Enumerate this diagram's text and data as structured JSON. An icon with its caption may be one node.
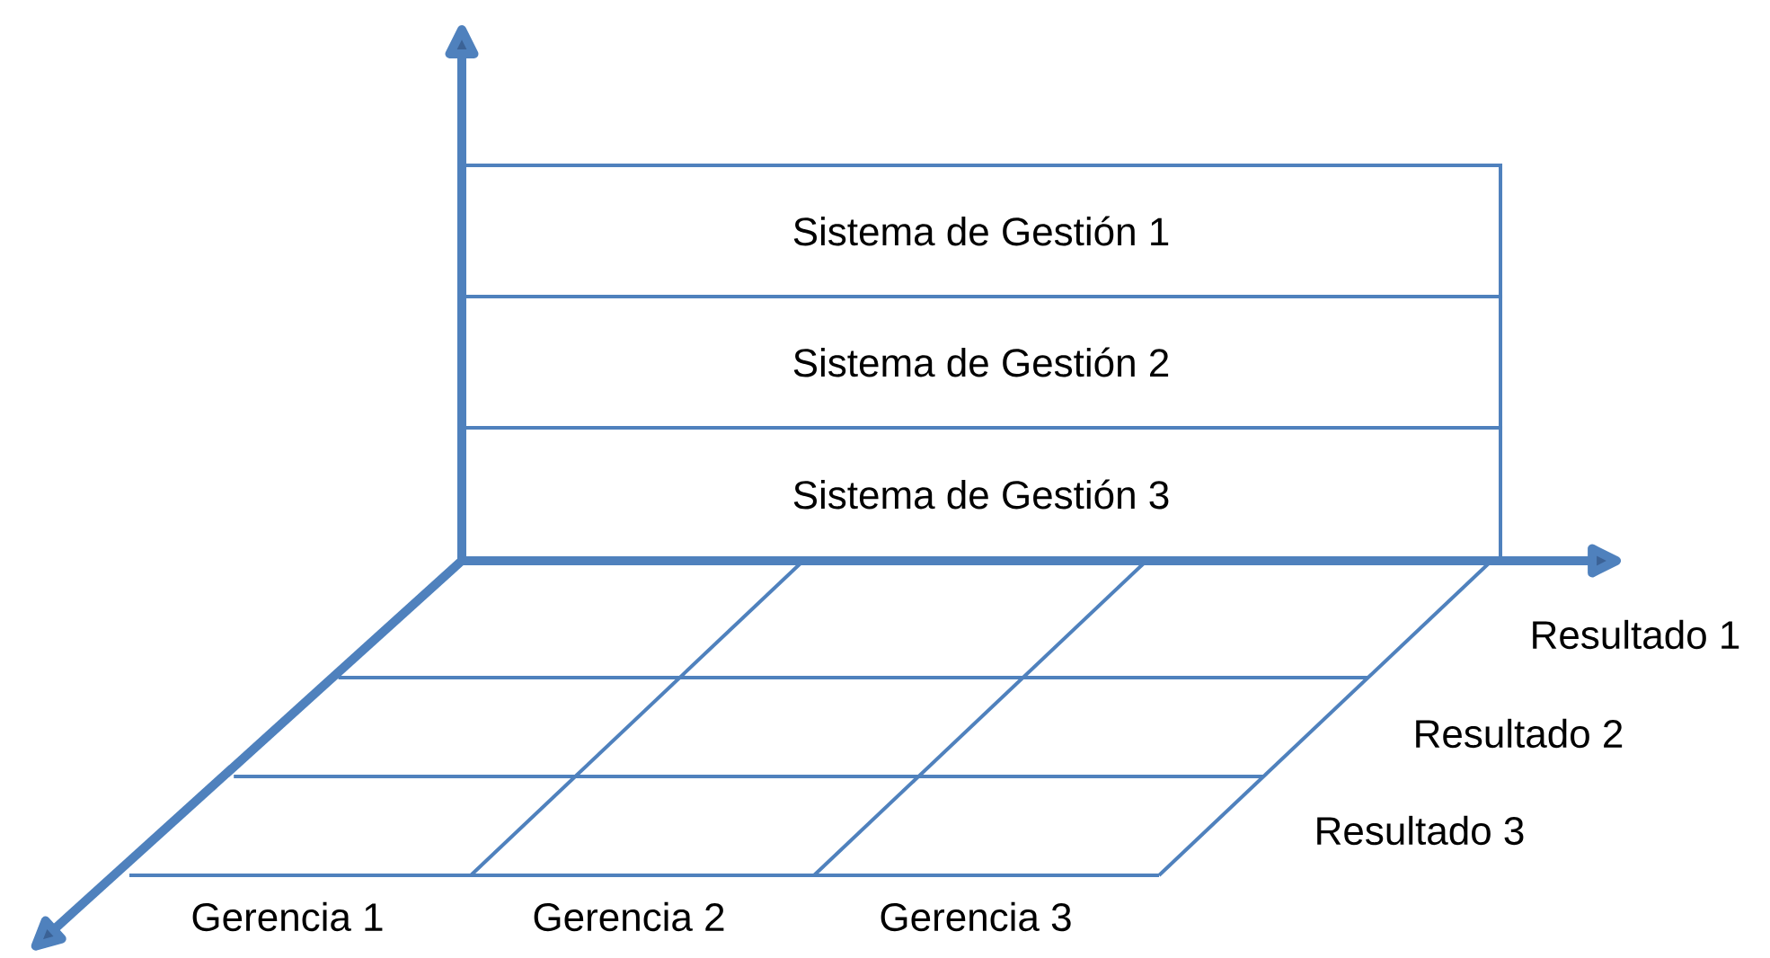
{
  "diagram": {
    "nodes": [
      {
        "text": [
          "Sistema de Gestión 1"
        ]
      },
      {
        "text": [
          "Sistema de Gestión 2"
        ]
      },
      {
        "text": [
          "Sistema de Gestión 3"
        ]
      }
    ],
    "labels": [
      "Resultado 1",
      "Resultado 2",
      "Resultado 3",
      "Gerencia 1",
      "Gerencia 2",
      "Gerencia 3"
    ]
  }
}
